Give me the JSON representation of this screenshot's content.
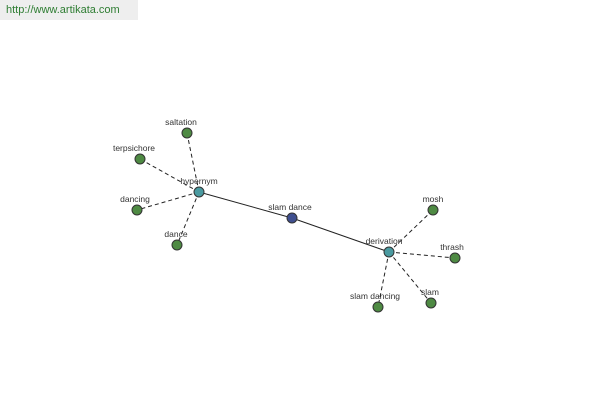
{
  "url": "http://www.artikata.com",
  "colors": {
    "center": "#3f4f8f",
    "relation": "#4a9aa0",
    "leaf": "#4e8a43",
    "url_text": "#2e7d32"
  },
  "graph": {
    "center": {
      "id": "slam_dance",
      "label": "slam dance",
      "role": "center"
    },
    "relations": [
      {
        "id": "hypernym",
        "label": "hypernym",
        "role": "relation"
      },
      {
        "id": "derivation",
        "label": "derivation",
        "role": "relation"
      }
    ],
    "leaves": [
      {
        "id": "saltation",
        "label": "saltation",
        "parent": "hypernym"
      },
      {
        "id": "terpsichore",
        "label": "terpsichore",
        "parent": "hypernym"
      },
      {
        "id": "dancing",
        "label": "dancing",
        "parent": "hypernym"
      },
      {
        "id": "dance",
        "label": "dance",
        "parent": "hypernym"
      },
      {
        "id": "mosh",
        "label": "mosh",
        "parent": "derivation"
      },
      {
        "id": "thrash",
        "label": "thrash",
        "parent": "derivation"
      },
      {
        "id": "slam_dancing",
        "label": "slam dancing",
        "parent": "derivation"
      },
      {
        "id": "slam",
        "label": "slam",
        "parent": "derivation"
      }
    ]
  }
}
